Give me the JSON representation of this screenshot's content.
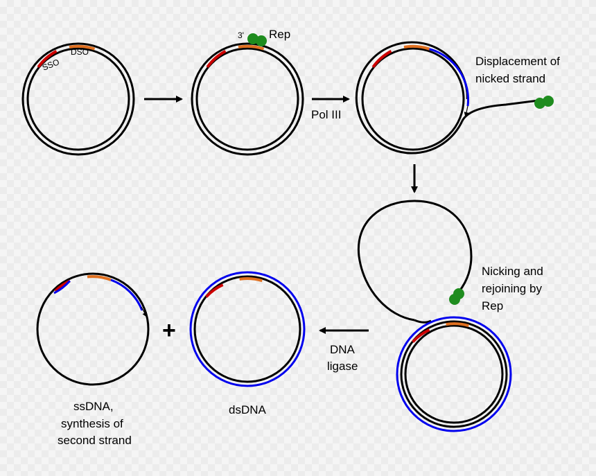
{
  "labels": {
    "sso": "SSO",
    "dso": "DSO",
    "three_prime": "3'",
    "rep": "Rep",
    "pol_iii": "Pol III",
    "displacement_1": "Displacement of",
    "displacement_2": "nicked strand",
    "nicking_1": "Nicking and",
    "nicking_2": "rejoining by",
    "nicking_3": "Rep",
    "dna_ligase_1": "DNA",
    "dna_ligase_2": "ligase",
    "ssdna_1": "ssDNA,",
    "ssdna_2": "synthesis of",
    "ssdna_3": "second strand",
    "dsdna": "dsDNA",
    "plus": "+"
  },
  "colors": {
    "strand": "#000000",
    "sso": "#cc0000",
    "dso": "#e07020",
    "new_strand": "#0000ee",
    "rep_protein": "#1e8c1e",
    "background": "#f5f5f5"
  }
}
